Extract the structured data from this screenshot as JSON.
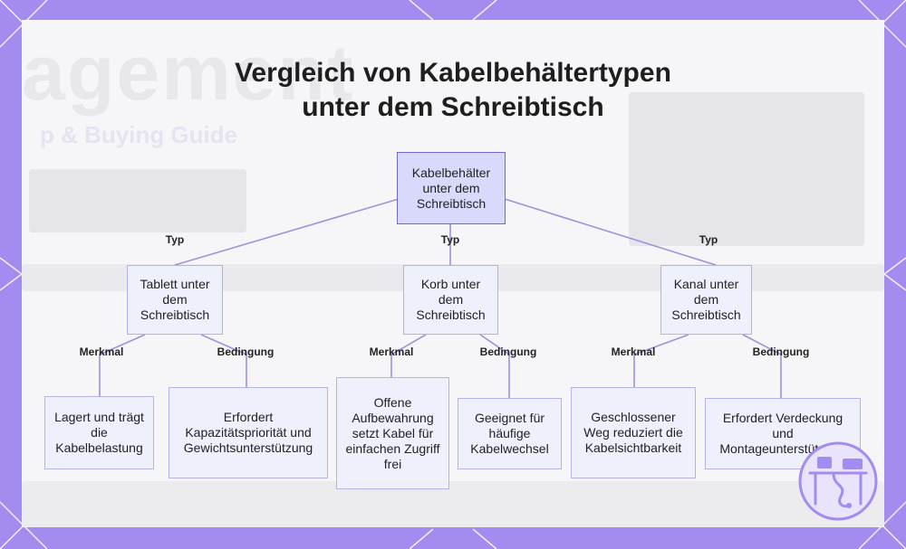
{
  "title": {
    "line1": "Vergleich von Kabelbehältertypen",
    "line2": "unter dem Schreibtisch"
  },
  "colors": {
    "frame": "#a48bf0",
    "card": "#f6f6f8",
    "connector": "#a58ee0",
    "node_fill": "#eef0fb",
    "node_border": "#b3b2ea",
    "root_fill": "#d9dafb",
    "root_border": "#6f68d8"
  },
  "root": {
    "label": "Kabelbehälter unter dem Schreibtisch"
  },
  "edge_labels": {
    "type": "Typ",
    "feature": "Merkmal",
    "condition": "Bedingung"
  },
  "types": [
    {
      "label": "Tablett unter dem Schreibtisch",
      "feature": "Lagert und trägt die Kabelbelastung",
      "condition": "Erfordert Kapazitätspriorität und Gewichtsunterstützung"
    },
    {
      "label": "Korb unter dem Schreibtisch",
      "feature": "Offene Aufbewahrung setzt Kabel für einfachen Zugriff frei",
      "condition": "Geeignet für häufige Kabelwechsel"
    },
    {
      "label": "Kanal unter dem Schreibtisch",
      "feature": "Geschlossener Weg reduziert die Kabelsichtbarkeit",
      "condition": "Erfordert Verdeckung und Montageunterstützung"
    }
  ],
  "logo": {
    "icon": "desk-cable-logo-icon"
  }
}
